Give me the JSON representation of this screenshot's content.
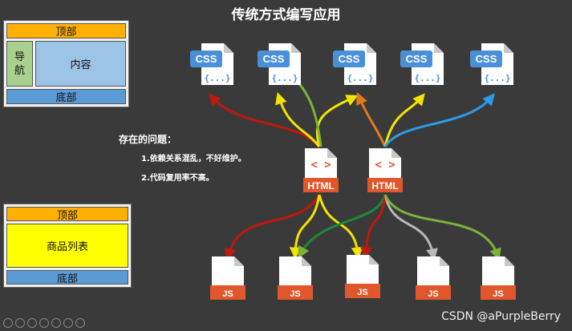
{
  "title": "传统方式编写应用",
  "layout_page": {
    "header": "顶部",
    "nav": "导\n航",
    "content": "内容",
    "footer": "底部"
  },
  "product_page": {
    "header": "顶部",
    "list": "商品列表",
    "footer": "底部"
  },
  "problems": {
    "title": "存在的问题：",
    "items": [
      "1.依赖关系混乱，不好维护。",
      "2.代码复用率不高。"
    ]
  },
  "css_file": {
    "label": "CSS",
    "glyph": "{...}"
  },
  "html_file": {
    "label": "HTML",
    "glyph": "< >"
  },
  "js_file": {
    "label": "JS"
  },
  "watermark": "CSDN @aPurpleBerry",
  "colors": {
    "background": "#3a3a3a",
    "css_badge": "#4a90d9",
    "html_badge": "#e0572b",
    "js_badge": "#e0572b",
    "arrow_red": "#c0180c",
    "arrow_yellow": "#f2e400",
    "arrow_green": "#7bb33a",
    "arrow_orange": "#e07a1a",
    "arrow_blue": "#2a9be8",
    "arrow_gray": "#b8b8b8"
  }
}
